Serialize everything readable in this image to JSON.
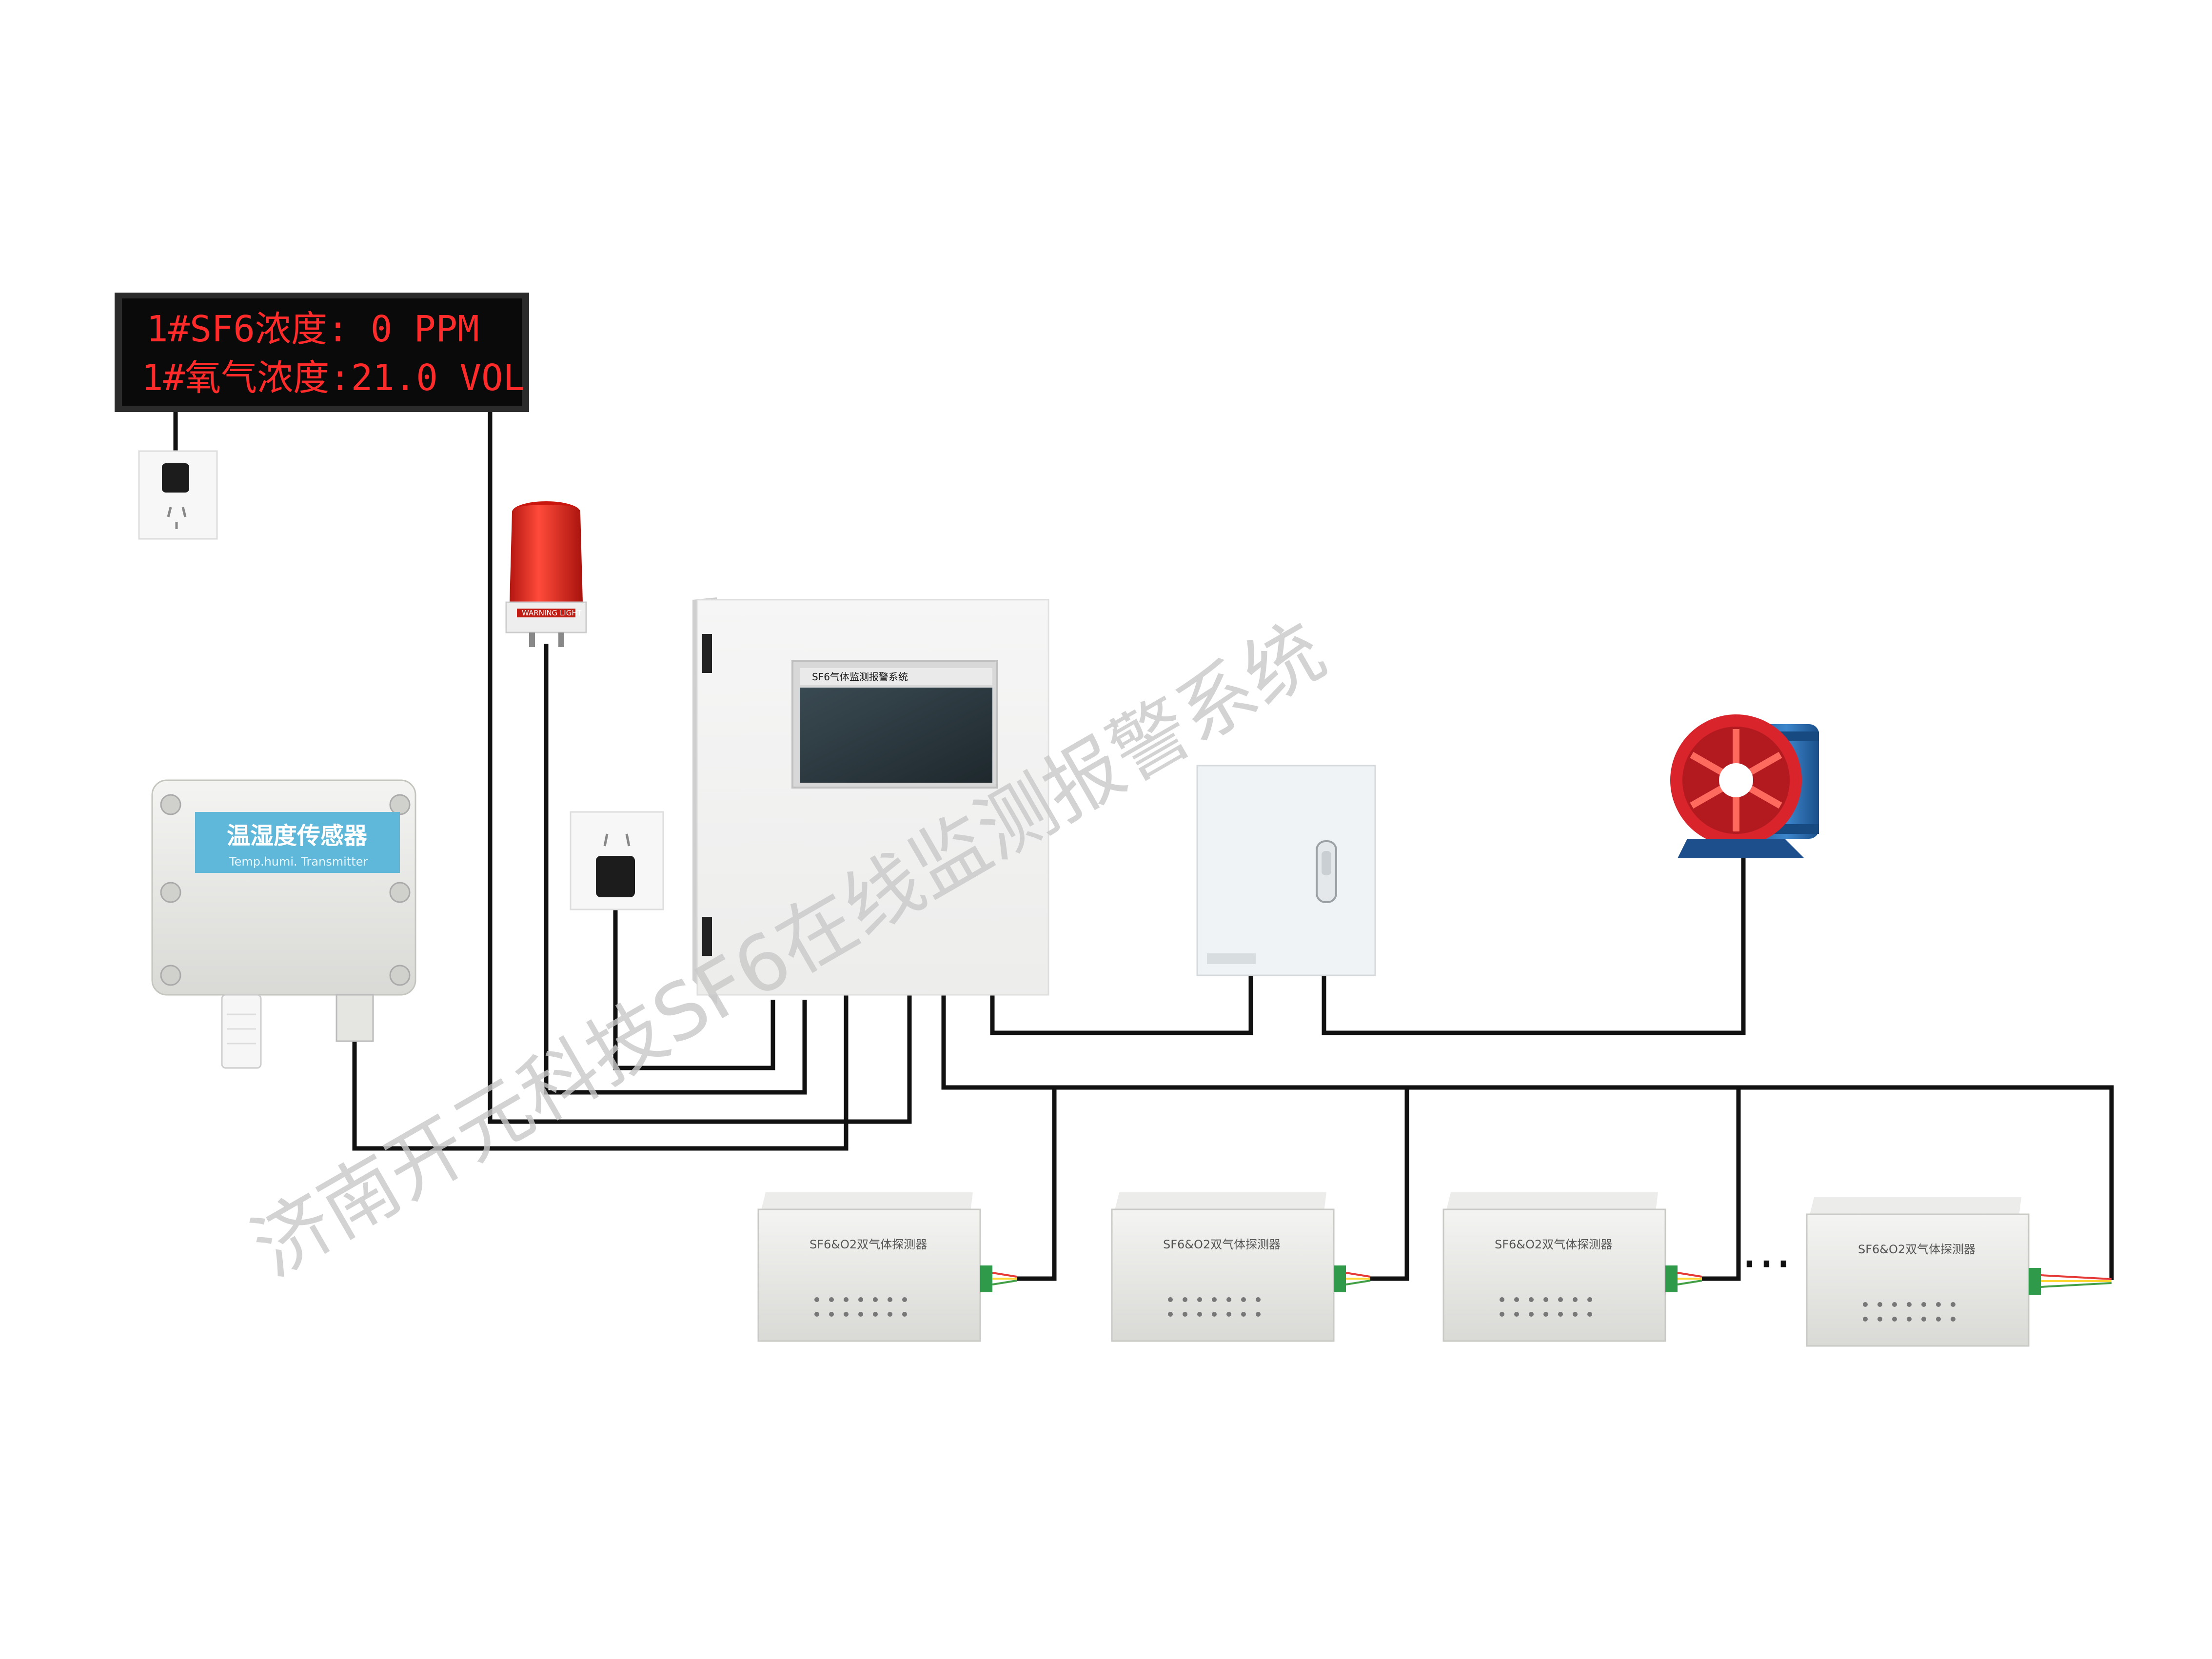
{
  "display": {
    "line1": "1#SF6浓度:   0 PPM",
    "line2": "1#氧气浓度:21.0 VOL"
  },
  "temp_sensor": {
    "title": "温湿度传感器",
    "subtitle": "Temp.humi. Transmitter"
  },
  "warning_light": {
    "label": "WARNING LIGHT"
  },
  "controller": {
    "screen_title": "SF6气体监测报警系统"
  },
  "detectors": [
    {
      "label": "SF6&O2双气体探测器"
    },
    {
      "label": "SF6&O2双气体探测器"
    },
    {
      "label": "SF6&O2双气体探测器"
    },
    {
      "label": "SF6&O2双气体探测器"
    }
  ],
  "ellipsis": "···",
  "watermark": "济南开元科技SF6在线监测报警系统",
  "colors": {
    "led": "#ff2b2b",
    "sensor_label": "#5fb7d9",
    "fan_red": "#d9242b",
    "fan_blue": "#2a6fb5",
    "beacon": "#e8231a",
    "wire": "#111111"
  }
}
